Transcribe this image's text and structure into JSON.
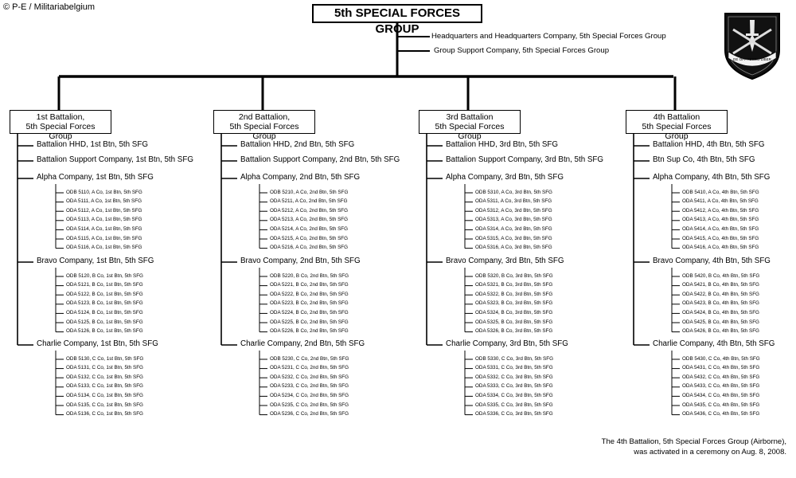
{
  "copyright": "© P-E / Militariabelgium",
  "title": "5th SPECIAL FORCES GROUP",
  "hq_units": [
    "Headquarters and Headquarters Company,  5th Special Forces Group",
    "Group Support Company,  5th Special Forces Group"
  ],
  "insignia": {
    "icon": "special-forces-shield-icon",
    "motto": "DE OPPRESSO LIBER"
  },
  "battalions": [
    {
      "name": "1st Battalion,\n5th Special Forces Group",
      "units": [
        {
          "label": "Battalion HHD, 1st Btn, 5th SFG",
          "detachments": []
        },
        {
          "label": "Battalion  Support Company, 1st Btn, 5th SFG",
          "detachments": []
        },
        {
          "label": "Alpha Company, 1st Btn, 5th SFG",
          "detachments": [
            "ODB 5110, A Co, 1st Btn, 5th SFG",
            "ODA 5111, A Co, 1st Btn, 5th SFG",
            "ODA 5112, A Co, 1st Btn, 5th SFG",
            "ODA 5113, A Co, 1st Btn, 5th SFG",
            "ODA 5114, A Co, 1st Btn, 5th SFG",
            "ODA 5115, A Co, 1st Btn, 5th SFG",
            "ODA 5116, A Co, 1st Btn, 5th SFG"
          ]
        },
        {
          "label": "Bravo Company, 1st Btn, 5th SFG",
          "detachments": [
            "ODB 5120, B Co, 1st Btn, 5th SFG",
            "ODA 5121, B Co, 1st Btn, 5th SFG",
            "ODA 5122, B Co, 1st Btn, 5th SFG",
            "ODA 5123, B Co, 1st Btn, 5th SFG",
            "ODA 5124, B Co, 1st Btn, 5th SFG",
            "ODA 5125, B Co, 1st Btn, 5th SFG",
            "ODA 5126, B Co, 1st Btn, 5th SFG"
          ]
        },
        {
          "label": "Charlie Company, 1st Btn, 5th SFG",
          "detachments": [
            "ODB 5130, C Co, 1st Btn, 5th SFG",
            "ODA 5131, C Co, 1st Btn, 5th SFG",
            "ODA 5132, C Co, 1st Btn, 5th SFG",
            "ODA 5133, C Co, 1st Btn, 5th SFG",
            "ODA 5134, C Co, 1st Btn, 5th SFG",
            "ODA 5135, C Co, 1st Btn, 5th SFG",
            "ODA 5136, C Co, 1st Btn, 5th SFG"
          ]
        }
      ]
    },
    {
      "name": "2nd Battalion,\n5th Special Forces Group",
      "units": [
        {
          "label": "Battalion HHD, 2nd Btn, 5th SFG",
          "detachments": []
        },
        {
          "label": "Battalion  Support Company, 2nd Btn, 5th SFG",
          "detachments": []
        },
        {
          "label": "Alpha Company, 2nd Btn, 5th SFG",
          "detachments": [
            "ODB 5210, A Co, 2nd Btn,  5th SFG",
            "ODA 5211, A Co, 2nd Btn,  5th SFG",
            "ODA 5212, A Co, 2nd Btn,  5th SFG",
            "ODA 5213, A Co, 2nd Btn,  5th SFG",
            "ODA 5214, A Co, 2nd Btn,  5th SFG",
            "ODA 5215, A Co, 2nd Btn,  5th SFG",
            "ODA 5216, A Co, 2nd Btn,  5th SFG"
          ]
        },
        {
          "label": "Bravo Company, 2nd Btn, 5th SFG",
          "detachments": [
            "ODB 5220, B Co, 2nd Btn, 5th SFG",
            "ODA 5221, B Co, 2nd Btn, 5th SFG",
            "ODA 5222, B Co, 2nd Btn, 5th SFG",
            "ODA 5223, B Co, 2nd Btn, 5th SFG",
            "ODA 5224, B Co, 2nd Btn, 5th SFG",
            "ODA 5225, B Co, 2nd Btn, 5th SFG",
            "ODA 5226, B Co, 2nd Btn, 5th SFG"
          ]
        },
        {
          "label": "Charlie Company, 2nd Btn, 5th SFG",
          "detachments": [
            "ODB 5230, C Co, 2nd Btn, 5th SFG",
            "ODA 5231, C Co, 2nd Btn, 5th SFG",
            "ODA 5232, C Co, 2nd Btn, 5th SFG",
            "ODA 5233, C Co, 2nd Btn, 5th SFG",
            "ODA 5234, C Co, 2nd Btn, 5th SFG",
            "ODA 5235, C Co, 2nd Btn, 5th SFG",
            "ODA 5236, C Co, 2nd Btn, 5th SFG"
          ]
        }
      ]
    },
    {
      "name": "3rd Battalion\n5th Special Forces Group",
      "units": [
        {
          "label": "Battalion HHD,  3rd Btn, 5th SFG",
          "detachments": []
        },
        {
          "label": "Battalion  Support Company, 3rd Btn,  5th SFG",
          "detachments": []
        },
        {
          "label": "Alpha Company, 3rd Btn, 5th SFG",
          "detachments": [
            "ODB 5310, A Co, 3rd Btn, 5th SFG",
            "ODA 5311, A Co, 3rd Btn, 5th SFG",
            "ODA 5312, A Co, 3rd Btn, 5th SFG",
            "ODA 5313, A Co, 3rd Btn, 5th SFG",
            "ODA 5314, A Co, 3rd Btn, 5th SFG",
            "ODA 5315, A Co, 3rd Btn, 5th SFG",
            "ODA 5316, A Co, 3rd Btn, 5th SFG"
          ]
        },
        {
          "label": "Bravo Company, 3rd Btn, 5th SFG",
          "detachments": [
            "ODB 5320, B Co, 3rd Btn, 5th SFG",
            "ODA 5321, B Co, 3rd Btn, 5th SFG",
            "ODA 5322, B Co, 3rd Btn, 5th SFG",
            "ODA 5323, B Co, 3rd Btn, 5th SFG",
            "ODA 5324, B Co, 3rd Btn, 5th SFG",
            "ODA 5325, B Co, 3rd Btn, 5th SFG",
            "ODA 5326, B Co, 3rd Btn, 5th SFG"
          ]
        },
        {
          "label": "Charlie Company, 3rd Btn, 5th SFG",
          "detachments": [
            "ODB 5330, C Co, 3rd Btn, 5th SFG",
            "ODA 5331, C Co, 3rd Btn, 5th SFG",
            "ODA 5332, C Co, 3rd Btn, 5th SFG",
            "ODA 5333, C Co, 3rd Btn, 5th SFG",
            "ODA 5334, C Co, 3rd Btn, 5th SFG",
            "ODA 5335, C Co, 3rd Btn, 5th SFG",
            "ODA 5336, C Co, 3rd Btn, 5th SFG"
          ]
        }
      ]
    },
    {
      "name": "4th Battalion\n5th Special Forces Group",
      "units": [
        {
          "label": "Battalion HHD, 4th Btn, 5th SFG",
          "detachments": []
        },
        {
          "label": "Btn  Sup Co, 4th Btn, 5th SFG",
          "detachments": []
        },
        {
          "label": "Alpha Company, 4th Btn, 5th SFG",
          "detachments": [
            "ODB 5410, A Co, 4th Btn, 5th SFG",
            "ODA 5411, A Co, 4th Btn, 5th SFG",
            "ODA 5412, A Co, 4th Btn, 5th SFG",
            "ODA 5413, A Co, 4th Btn, 5th SFG",
            "ODA 5414, A Co, 4th Btn, 5th SFG",
            "ODA 5415, A Co, 4th Btn, 5th SFG",
            "ODA 5416, A Co, 4th Btn, 5th SFG"
          ]
        },
        {
          "label": "Bravo Company, 4th Btn, 5th SFG",
          "detachments": [
            "ODB 5420, B Co, 4th Btn, 5th SFG",
            "ODA 5421, B Co, 4th Btn, 5th SFG",
            "ODA 5422, B Co, 4th Btn, 5th SFG",
            "ODA 5423, B Co, 4th Btn, 5th SFG",
            "ODA 5424, B Co, 4th Btn, 5th SFG",
            "ODA 5425, B Co, 4th Btn, 5th SFG",
            "ODA 5426, B Co, 4th Btn, 5th SFG"
          ]
        },
        {
          "label": "Charlie Company, 4th Btn, 5th SFG",
          "detachments": [
            "ODB 5430, C Co, 4th Btn, 5th SFG",
            "ODA 5431, C Co, 4th Btn, 5th SFG",
            "ODA 5432, C Co, 4th Btn, 5th SFG",
            "ODA 5433, C Co, 4th Btn, 5th SFG",
            "ODA 5434, C Co, 4th Btn, 5th SFG",
            "ODA 5435, C Co, 4th Btn, 5th SFG",
            "ODA 5436, C Co, 4th Btn, 5th SFG"
          ]
        }
      ]
    }
  ],
  "footnote": "The 4th Battalion, 5th Special Forces Group (Airborne),\nwas activated in a ceremony on Aug. 8, 2008."
}
